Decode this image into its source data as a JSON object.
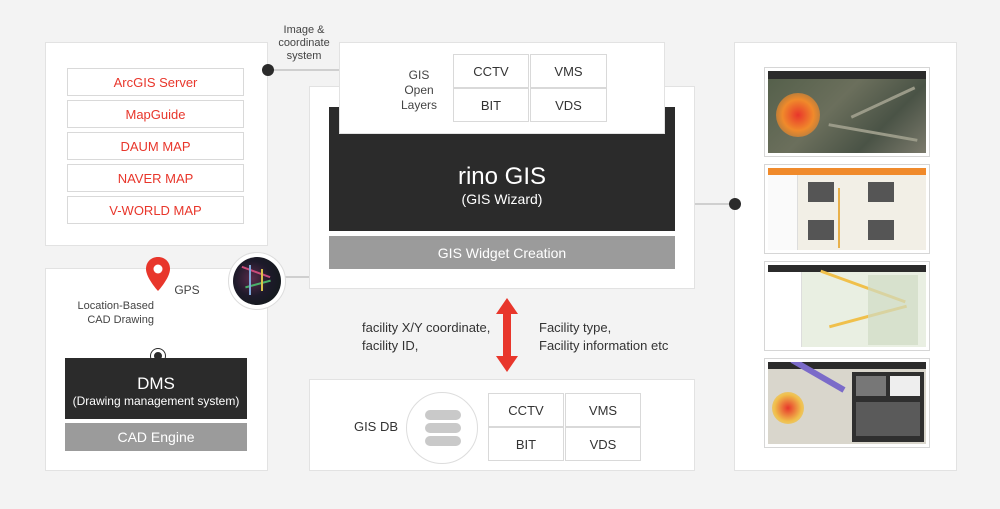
{
  "sources": {
    "items": [
      "ArcGIS Server",
      "MapGuide",
      "DAUM MAP",
      "NAVER MAP",
      "V-WORLD MAP"
    ]
  },
  "connector": {
    "label_line1": "Image &",
    "label_line2": "coordinate",
    "label_line3": "system"
  },
  "gis_layers": {
    "title_line1": "GIS",
    "title_line2": "Open",
    "title_line3": "Layers",
    "cells": [
      "CCTV",
      "VMS",
      "BIT",
      "VDS"
    ]
  },
  "rino": {
    "title": "rino GIS",
    "subtitle": "(GIS Wizard)",
    "widget_bar": "GIS Widget Creation"
  },
  "gps": {
    "label": "GPS",
    "location_line1": "Location-Based",
    "location_line2": "CAD Drawing"
  },
  "dms": {
    "title": "DMS",
    "subtitle": "(Drawing management system)",
    "engine": "CAD Engine"
  },
  "exchange": {
    "left_line1": "facility X/Y coordinate,",
    "left_line2": "facility ID,",
    "right_line1": "Facility type,",
    "right_line2": "Facility information etc"
  },
  "gis_db": {
    "label": "GIS DB",
    "cells": [
      "CCTV",
      "VMS",
      "BIT",
      "VDS"
    ]
  },
  "colors": {
    "accent_red": "#e8362b",
    "dark_box": "#2b2b2b",
    "gray_bar": "#9b9b9b"
  }
}
